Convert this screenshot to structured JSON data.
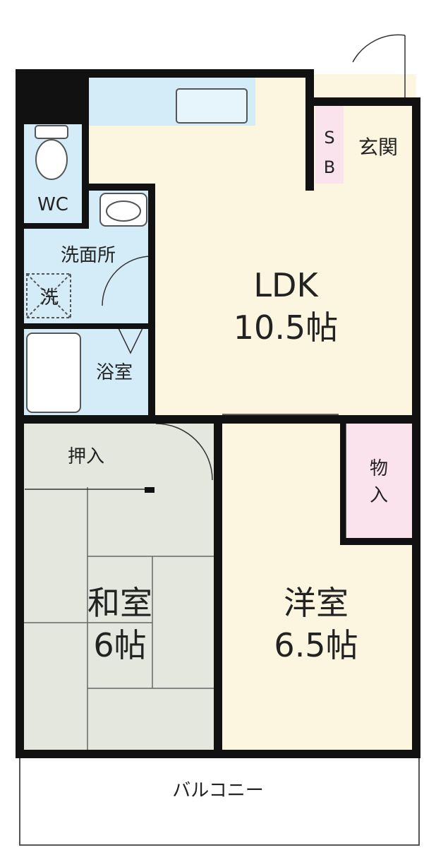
{
  "colors": {
    "wall": "#111111",
    "ldk_floor": "#fcf5e0",
    "wet_area": "#d4ecf8",
    "closet": "#fbe3ee",
    "tatami": "#e4e7de",
    "western_floor": "#fcf5e0",
    "balcony": "#ffffff"
  },
  "icons": {
    "toilet": "toilet-icon",
    "sink": "washbasin-icon",
    "bathtub": "bathtub-icon",
    "kitchen": "kitchen-counter-icon",
    "washer": "washing-machine-space-icon"
  },
  "rooms": {
    "ldk": {
      "name": "LDK",
      "size": "10.5帖"
    },
    "washitsu": {
      "name": "和室",
      "size": "6帖"
    },
    "youshitsu": {
      "name": "洋室",
      "size": "6.5帖"
    },
    "genkan": {
      "name": "玄関"
    },
    "shoe_box": {
      "line1": "S",
      "line2": "B"
    },
    "wc": {
      "name": "WC"
    },
    "senmenjo": {
      "name": "洗面所"
    },
    "washer_space": {
      "name": "洗"
    },
    "yokushitsu": {
      "name": "浴室"
    },
    "oshiire": {
      "name": "押入"
    },
    "monoire": {
      "line1": "物",
      "line2": "入"
    },
    "balcony": {
      "name": "バルコニー"
    }
  }
}
